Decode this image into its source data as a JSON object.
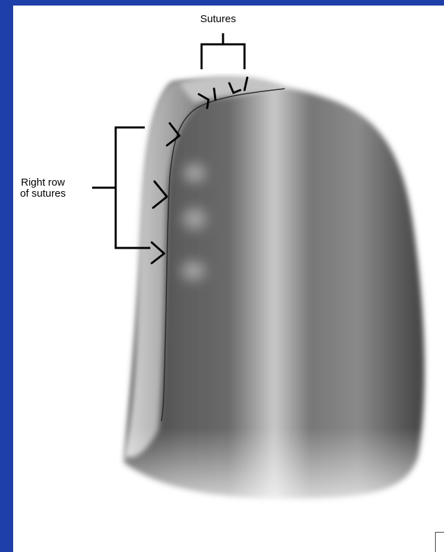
{
  "labels": {
    "sutures": "Sutures",
    "right_row_line1": "Right row",
    "right_row_line2": "of sutures"
  },
  "colors": {
    "background": "#1e3ea8",
    "canvas": "#ffffff",
    "tissue_dark": "#555555",
    "tissue_light": "#c8c8c8",
    "ink": "#000000"
  }
}
